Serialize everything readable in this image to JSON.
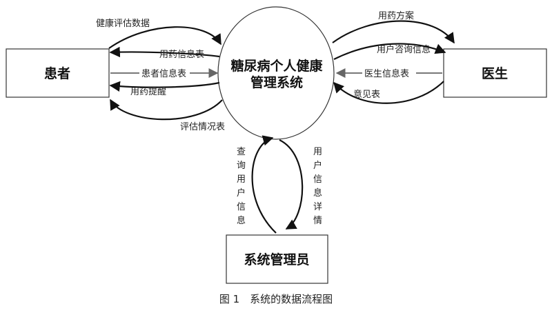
{
  "nodes": {
    "patient": "患者",
    "doctor": "医生",
    "admin": "系统管理员",
    "system_line1": "糖尿病个人健康",
    "system_line2": "管理系统"
  },
  "flows": {
    "health_assessment_data": "健康评估数据",
    "medication_info_table": "用药信息表",
    "patient_info_table": "患者信息表",
    "medication_reminder": "用药提醒",
    "assessment_status_table": "评估情况表",
    "medication_plan": "用药方案",
    "user_consultation_info": "用户咨询信息",
    "doctor_info_table": "医生信息表",
    "opinion_table": "意见表",
    "query_user_info": "查询用户信息",
    "user_info_details": "用户信息详情"
  },
  "caption": "图 1　系统的数据流程图"
}
